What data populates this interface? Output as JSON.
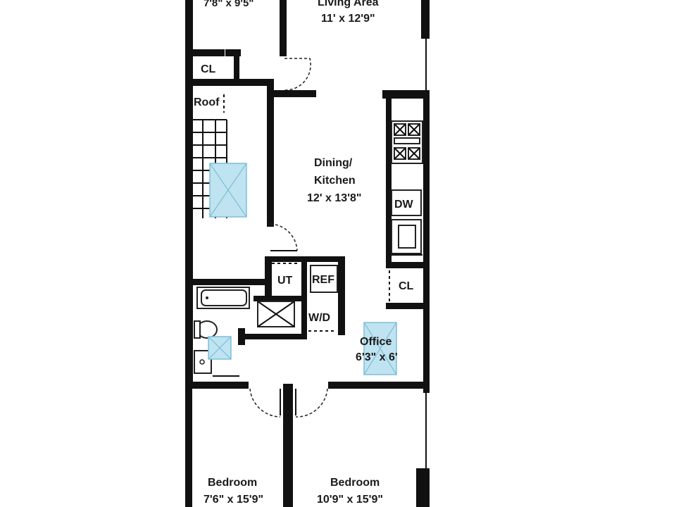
{
  "rooms": {
    "top_left_room": {
      "dims": "7'8\" x 9'5\""
    },
    "living_area": {
      "name": "Living Area",
      "dims": "11' x 12'9\""
    },
    "closet_top": {
      "name": "CL"
    },
    "roof": {
      "name": "Roof"
    },
    "dining_kitchen": {
      "name_line1": "Dining/",
      "name_line2": "Kitchen",
      "dims": "12' x 13'8\""
    },
    "dishwasher": {
      "name": "DW"
    },
    "utility": {
      "name": "UT"
    },
    "refrigerator": {
      "name": "REF"
    },
    "closet_right": {
      "name": "CL"
    },
    "washer_dryer": {
      "name": "W/D"
    },
    "office": {
      "name": "Office",
      "dims": "6'3\" x 6'"
    },
    "bedroom_left": {
      "name": "Bedroom",
      "dims": "7'6\" x 15'9\""
    },
    "bedroom_right": {
      "name": "Bedroom",
      "dims": "10'9\" x 15'9\""
    }
  },
  "colors": {
    "wall": "#111111",
    "skylight": "#bfe3f0",
    "background": "#ffffff"
  }
}
